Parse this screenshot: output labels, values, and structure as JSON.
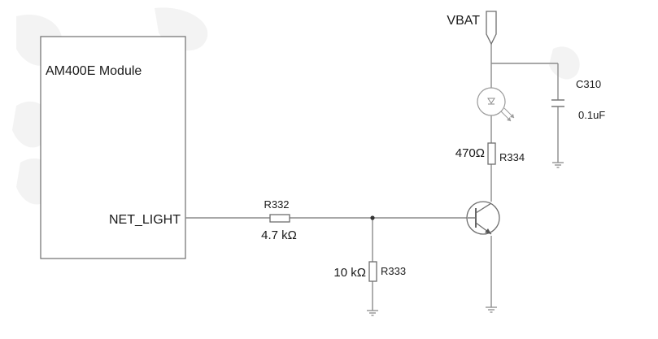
{
  "module": {
    "label": "AM400E Module",
    "pin_label": "NET_LIGHT"
  },
  "supply": {
    "label": "VBAT"
  },
  "r332": {
    "ref": "R332",
    "value": "4.7 kΩ"
  },
  "r333": {
    "ref": "R333",
    "value": "10 kΩ"
  },
  "r334": {
    "ref": "R334",
    "value": "470Ω"
  },
  "c310": {
    "ref": "C310",
    "value": "0.1uF"
  },
  "colors": {
    "wire": "#8c8c8c",
    "text": "#1a1a1a",
    "background": "#ffffff"
  }
}
